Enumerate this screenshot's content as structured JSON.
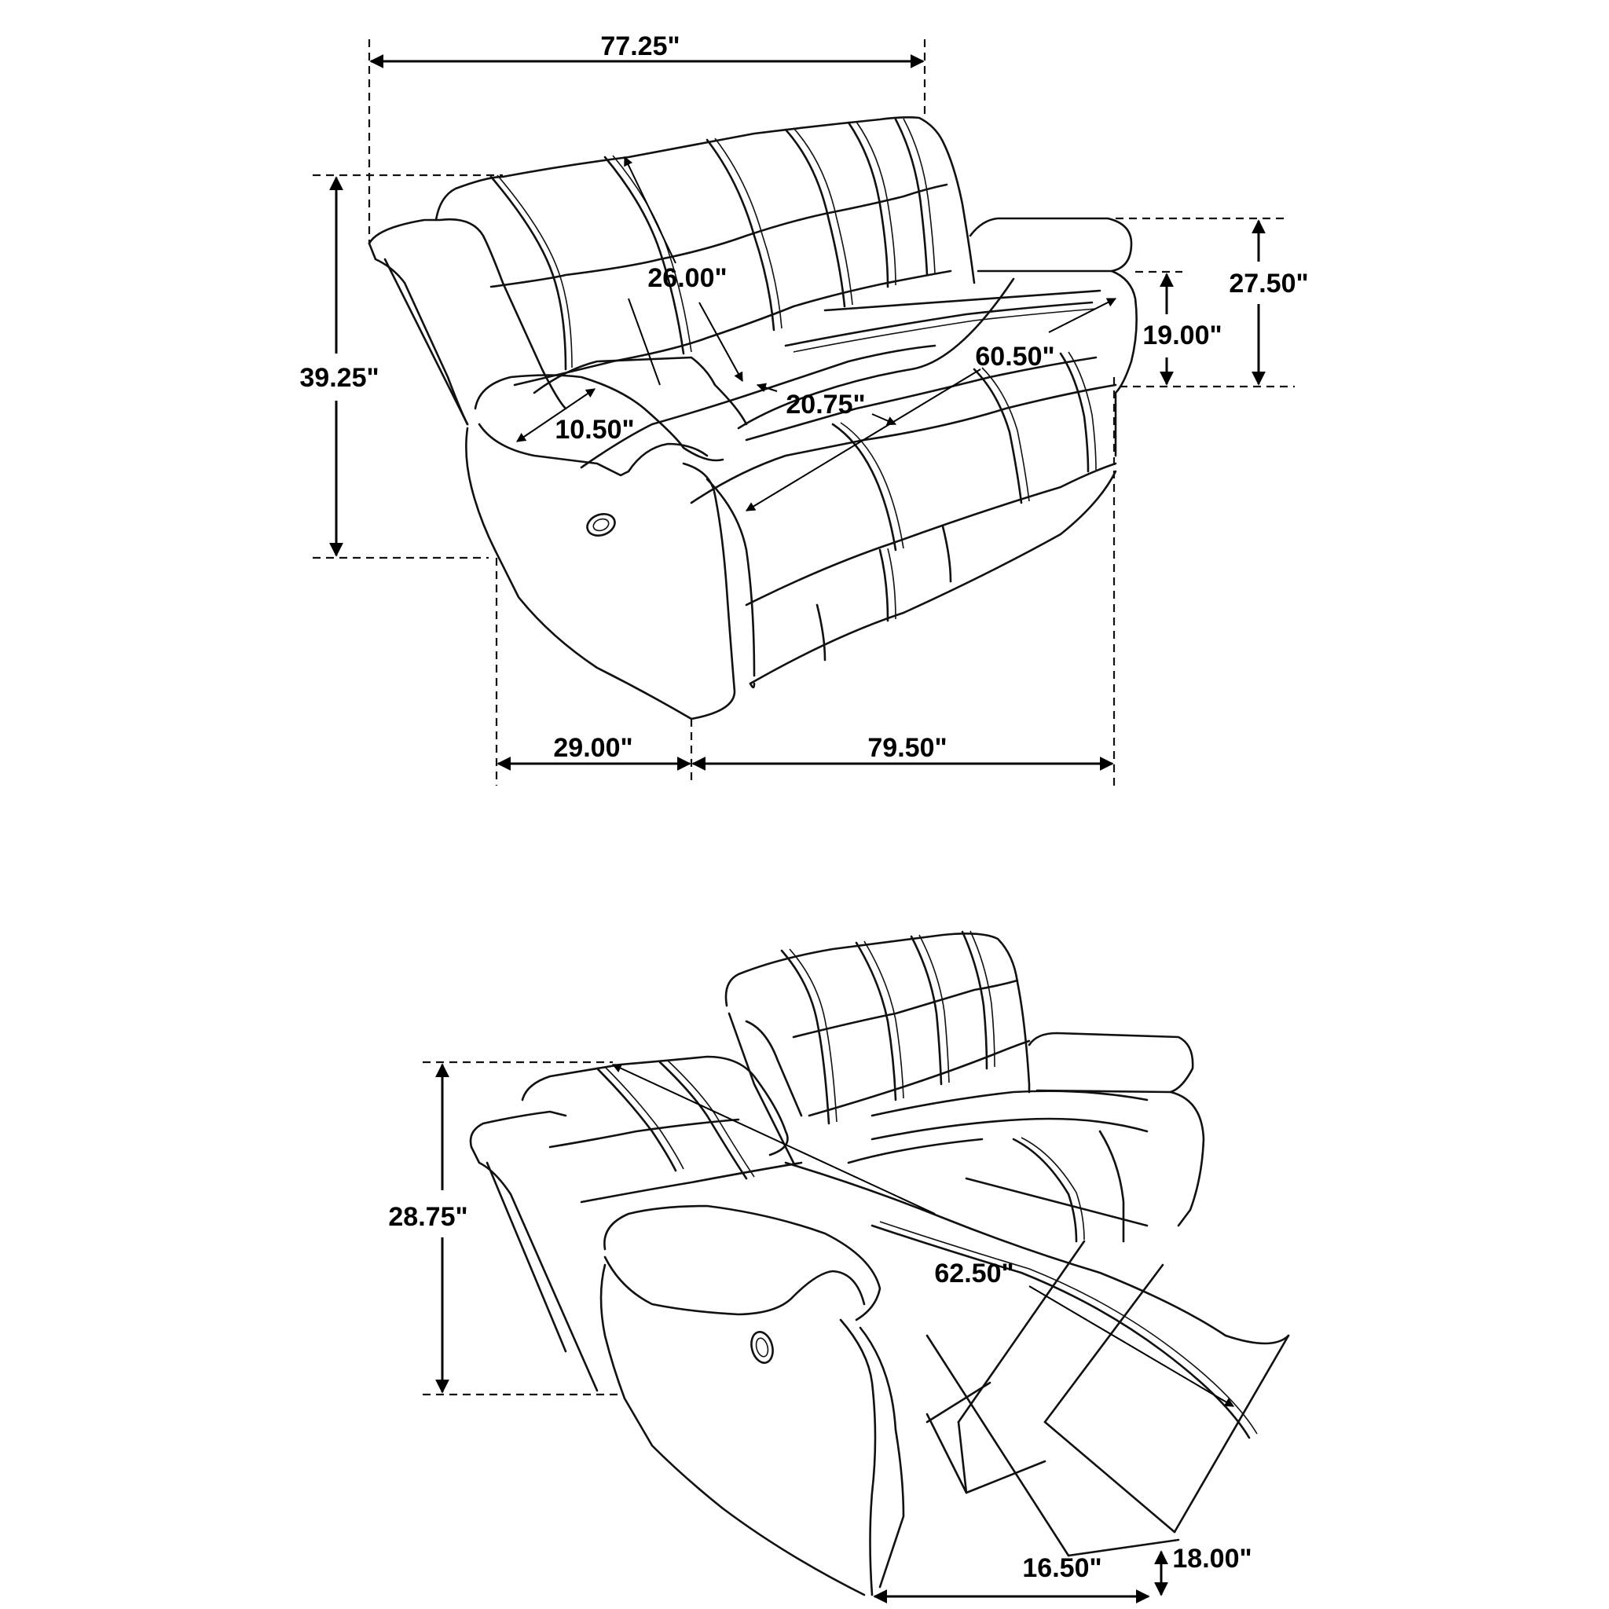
{
  "figure": {
    "title": "Reclining sofa dimension diagram",
    "unit": "inches",
    "background": "#ffffff",
    "line_color": "#000000"
  },
  "upright_view": {
    "dimensions": {
      "overall_width": "77.25\"",
      "overall_height": "39.25\"",
      "arm_height": "27.50\"",
      "seat_height": "19.00\"",
      "back_height": "26.00\"",
      "seat_depth": "20.75\"",
      "seat_width": "60.50\"",
      "arm_width": "10.50\"",
      "depth_reclined_offset": "29.00\"",
      "overall_length": "79.50\""
    }
  },
  "reclined_view": {
    "dimensions": {
      "reclined_height": "28.75\"",
      "reclined_length": "62.50\"",
      "footrest_extension": "16.50\"",
      "footrest_clearance": "18.00\""
    }
  }
}
